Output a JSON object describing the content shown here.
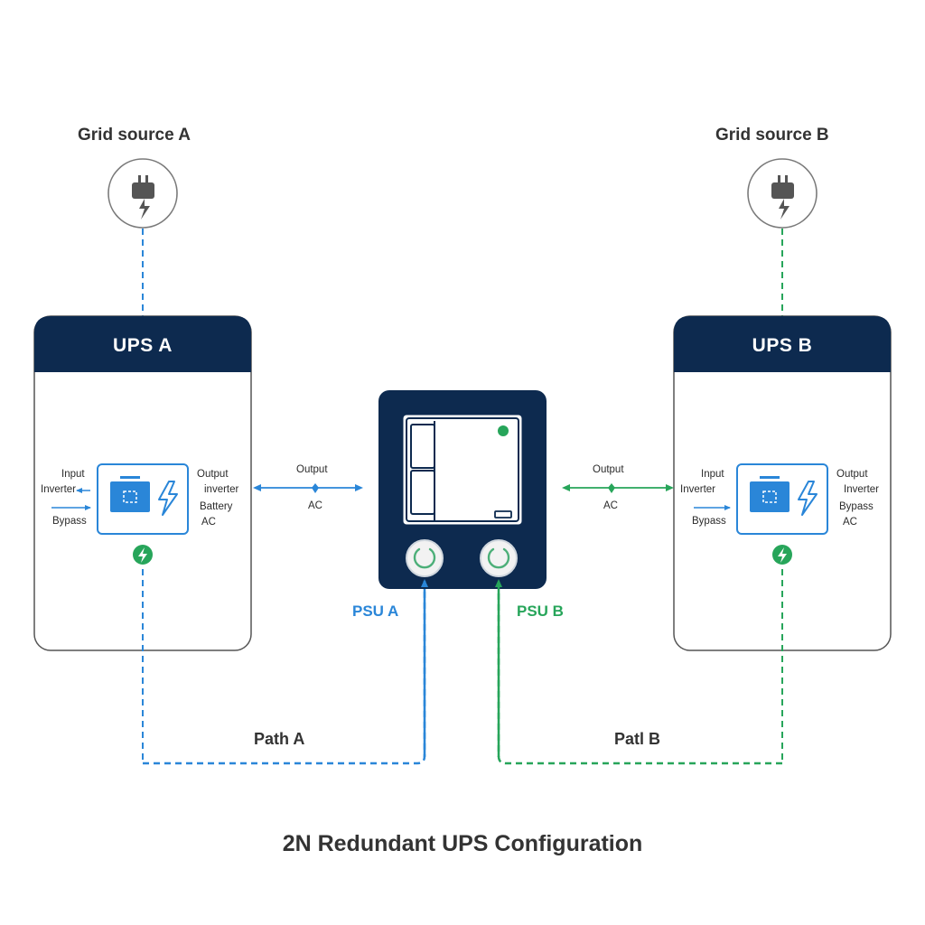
{
  "title": "2N Redundant UPS Configuration",
  "colors": {
    "navy": "#0d2a4f",
    "path_a": "#2a86d8",
    "path_b": "#27a55a",
    "grey": "#7a7a7a"
  },
  "icons": {
    "grid_a": "power-plug-icon",
    "grid_b": "power-plug-icon",
    "ups_module": "battery-lightning-icon",
    "ups_status": "lightning-badge-icon",
    "psu_indicator": "power-ring-icon"
  },
  "grid_a": {
    "label": "Grid source A"
  },
  "grid_b": {
    "label": "Grid source B"
  },
  "ups_a": {
    "title": "UPS A",
    "left_labels": [
      "Input",
      "Inverter",
      "Bypass"
    ],
    "right_labels": [
      "Output",
      "inverter",
      "Battery",
      "AC"
    ]
  },
  "ups_b": {
    "title": "UPS B",
    "left_labels": [
      "Input",
      "Inverter",
      "Bypass"
    ],
    "right_labels": [
      "Output",
      "Inverter",
      "Bypass",
      "AC"
    ]
  },
  "link_a": {
    "top": "Output",
    "bottom": "AC"
  },
  "link_b": {
    "top": "Output",
    "bottom": "AC"
  },
  "psu_a": {
    "label": "PSU A"
  },
  "psu_b": {
    "label": "PSU B"
  },
  "path_a": {
    "label": "Path A"
  },
  "path_b": {
    "label": "Patl B"
  }
}
